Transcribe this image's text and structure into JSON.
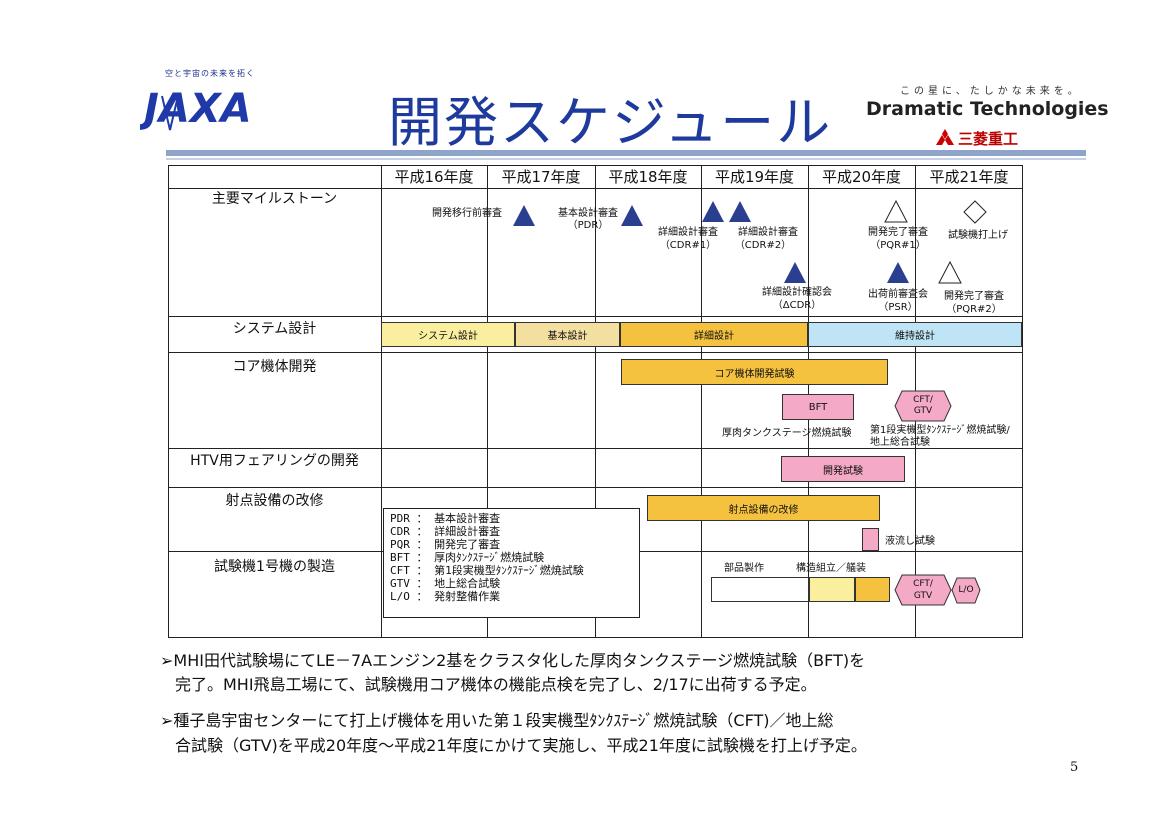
{
  "header": {
    "logo_tagline": "空と宇宙の未来を拓く",
    "logo": "JAXA",
    "title": "開発スケジュール",
    "brand_tagline": "この星に、たしかな未来を。",
    "brand_name": "Dramatic Technologies",
    "brand_company": "三菱重工"
  },
  "table": {
    "years": [
      "平成16年度",
      "平成17年度",
      "平成18年度",
      "平成19年度",
      "平成20年度",
      "平成21年度"
    ],
    "rows": [
      "主要マイルストーン",
      "システム設計",
      "コア機体開発",
      "HTV用フェアリングの開発",
      "射点設備の改修",
      "試験機1号機の製造"
    ]
  },
  "milestones": {
    "m1": "開発移行前審査",
    "m2a": "基本設計審査",
    "m2b": "（PDR）",
    "m3a": "詳細設計審査",
    "m3b": "（CDR#1）",
    "m4a": "詳細設計審査",
    "m4b": "（CDR#2）",
    "m5a": "詳細設計確認会",
    "m5b": "（ΔCDR）",
    "m6a": "開発完了審査",
    "m6b": "（PQR#1）",
    "m7": "試験機打上げ",
    "m8a": "出荷前審査会",
    "m8b": "（PSR）",
    "m9a": "開発完了審査",
    "m9b": "（PQR#2）"
  },
  "bars": {
    "sys1": "システム設計",
    "sys2": "基本設計",
    "sys3": "詳細設計",
    "sys4": "維持設計",
    "core": "コア機体開発試験",
    "bft": "BFT",
    "cft1": "CFT/",
    "cft2": "GTV",
    "bft_note": "厚肉タンクステージ燃焼試験",
    "cft_note1": "第1段実機型ﾀﾝｸｽﾃｰｼﾞ燃焼試験/",
    "cft_note2": "地上総合試験",
    "fairing": "開発試験",
    "pad": "射点設備の改修",
    "flow": "液流し試験",
    "parts": "部品製作",
    "assembly": "構造組立／艤装",
    "cft3": "CFT/",
    "cft4": "GTV",
    "lo": "L/O"
  },
  "legend": [
    "PDR ： 基本設計審査",
    "CDR ： 詳細設計審査",
    "PQR ： 開発完了審査",
    "BFT ： 厚肉ﾀﾝｸｽﾃｰｼﾞ燃焼試験",
    "CFT ： 第1段実機型ﾀﾝｸｽﾃｰｼﾞ燃焼試験",
    "GTV ： 地上総合試験",
    "L/O ： 発射整備作業"
  ],
  "notes": {
    "n1a": "➢MHI田代試験場にてLE－7Aエンジン2基をクラスタ化した厚肉タンクステージ燃焼試験（BFT)を",
    "n1b": "完了。MHI飛島工場にて、試験機用コア機体の機能点検を完了し、2/17に出荷する予定。",
    "n2a": "➢種子島宇宙センターにて打上げ機体を用いた第１段実機型ﾀﾝｸｽﾃｰｼﾞ燃焼試験（CFT)／地上総",
    "n2b": "合試験（GTV)を平成20年度～平成21年度にかけて実施し、平成21年度に試験機を打上げ予定。"
  },
  "page_number": "5",
  "colors": {
    "title_blue": "#1e3a9c",
    "milestone_blue": "#2a3f8f",
    "yellow": "#f9ef9f",
    "tan": "#f3dfa0",
    "orange": "#f5c23f",
    "cyan": "#bfe4f5",
    "pink": "#f4a9c6"
  }
}
